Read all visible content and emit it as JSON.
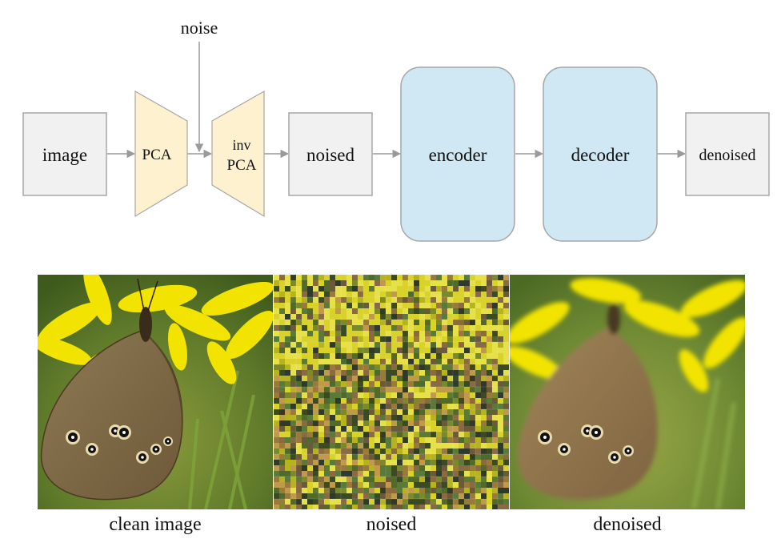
{
  "diagram": {
    "noise_label": "noise",
    "image_label": "image",
    "pca_label": "PCA",
    "inv_pca_line1": "inv",
    "inv_pca_line2": "PCA",
    "noised_label": "noised",
    "encoder_label": "encoder",
    "decoder_label": "decoder",
    "denoised_label": "denoised",
    "colors": {
      "gray_box": "#f1f1f1",
      "trapezoid": "#fdf1d0",
      "network_box": "#cfe8f3",
      "border": "#a6a6a6",
      "arrow": "#9a9a9a"
    }
  },
  "panels": {
    "clean_caption": "clean image",
    "noised_caption": "noised",
    "denoised_caption": "denoised"
  }
}
